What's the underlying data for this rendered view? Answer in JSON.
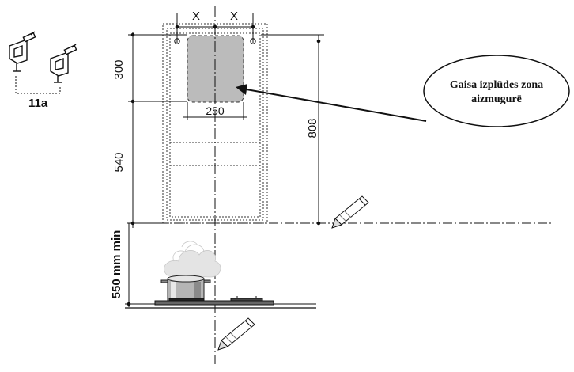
{
  "dimensions": {
    "x_left": "X",
    "x_right": "X",
    "height_top": "300",
    "width_vent": "250",
    "height_bottom": "540",
    "height_total": "808",
    "clearance": "550 mm min"
  },
  "bracket_label": "11a",
  "callout": {
    "line1": "Gaisa izplūdes zona",
    "line2": "aizmugurē"
  }
}
